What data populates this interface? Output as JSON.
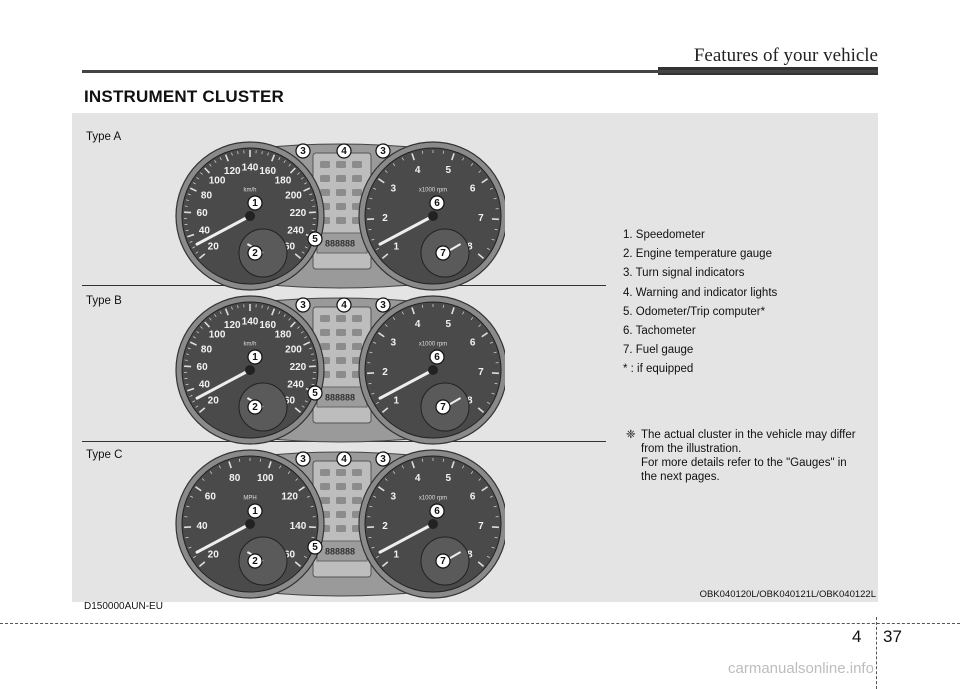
{
  "header": {
    "section": "Features of your vehicle"
  },
  "title": "INSTRUMENT CLUSTER",
  "types": [
    {
      "label": "Type A",
      "speed_unit": "km/h",
      "speed_ticks": [
        "20",
        "40",
        "60",
        "80",
        "100",
        "120",
        "140",
        "160",
        "180",
        "200",
        "220",
        "240",
        "260"
      ]
    },
    {
      "label": "Type B",
      "speed_unit": "km/h",
      "speed_ticks": [
        "20",
        "40",
        "60",
        "80",
        "100",
        "120",
        "140",
        "160",
        "180",
        "200",
        "220",
        "240",
        "260"
      ]
    },
    {
      "label": "Type C",
      "speed_unit": "MPH",
      "speed_ticks": [
        "20",
        "40",
        "60",
        "80",
        "100",
        "120",
        "140",
        "160"
      ]
    }
  ],
  "tach": {
    "unit": "x1000 rpm",
    "ticks": [
      "1",
      "2",
      "3",
      "4",
      "5",
      "6",
      "7",
      "8"
    ]
  },
  "callouts": [
    "1",
    "2",
    "3",
    "4",
    "3",
    "5",
    "6",
    "7"
  ],
  "odometer_display": "888888",
  "legend": [
    "1. Speedometer",
    "2. Engine temperature gauge",
    "3. Turn signal indicators",
    "4. Warning and indicator lights",
    "5. Odometer/Trip computer*",
    "6. Tachometer",
    "7. Fuel gauge",
    "* : if equipped"
  ],
  "note": {
    "symbol": "❈",
    "lines": [
      "The actual cluster in the vehicle may differ",
      "from the illustration.",
      "For more details refer to the \"Gauges\" in",
      "the next pages."
    ]
  },
  "image_code": "OBK040120L/OBK040121L/OBK040122L",
  "doc_code": "D150000AUN-EU",
  "page": {
    "chapter": "4",
    "number": "37"
  },
  "watermark": "carmanualsonline.info",
  "colors": {
    "panel": "#e4e4e4",
    "gauge_face": "#4a4a4a",
    "needle": "#e8e8e8"
  }
}
